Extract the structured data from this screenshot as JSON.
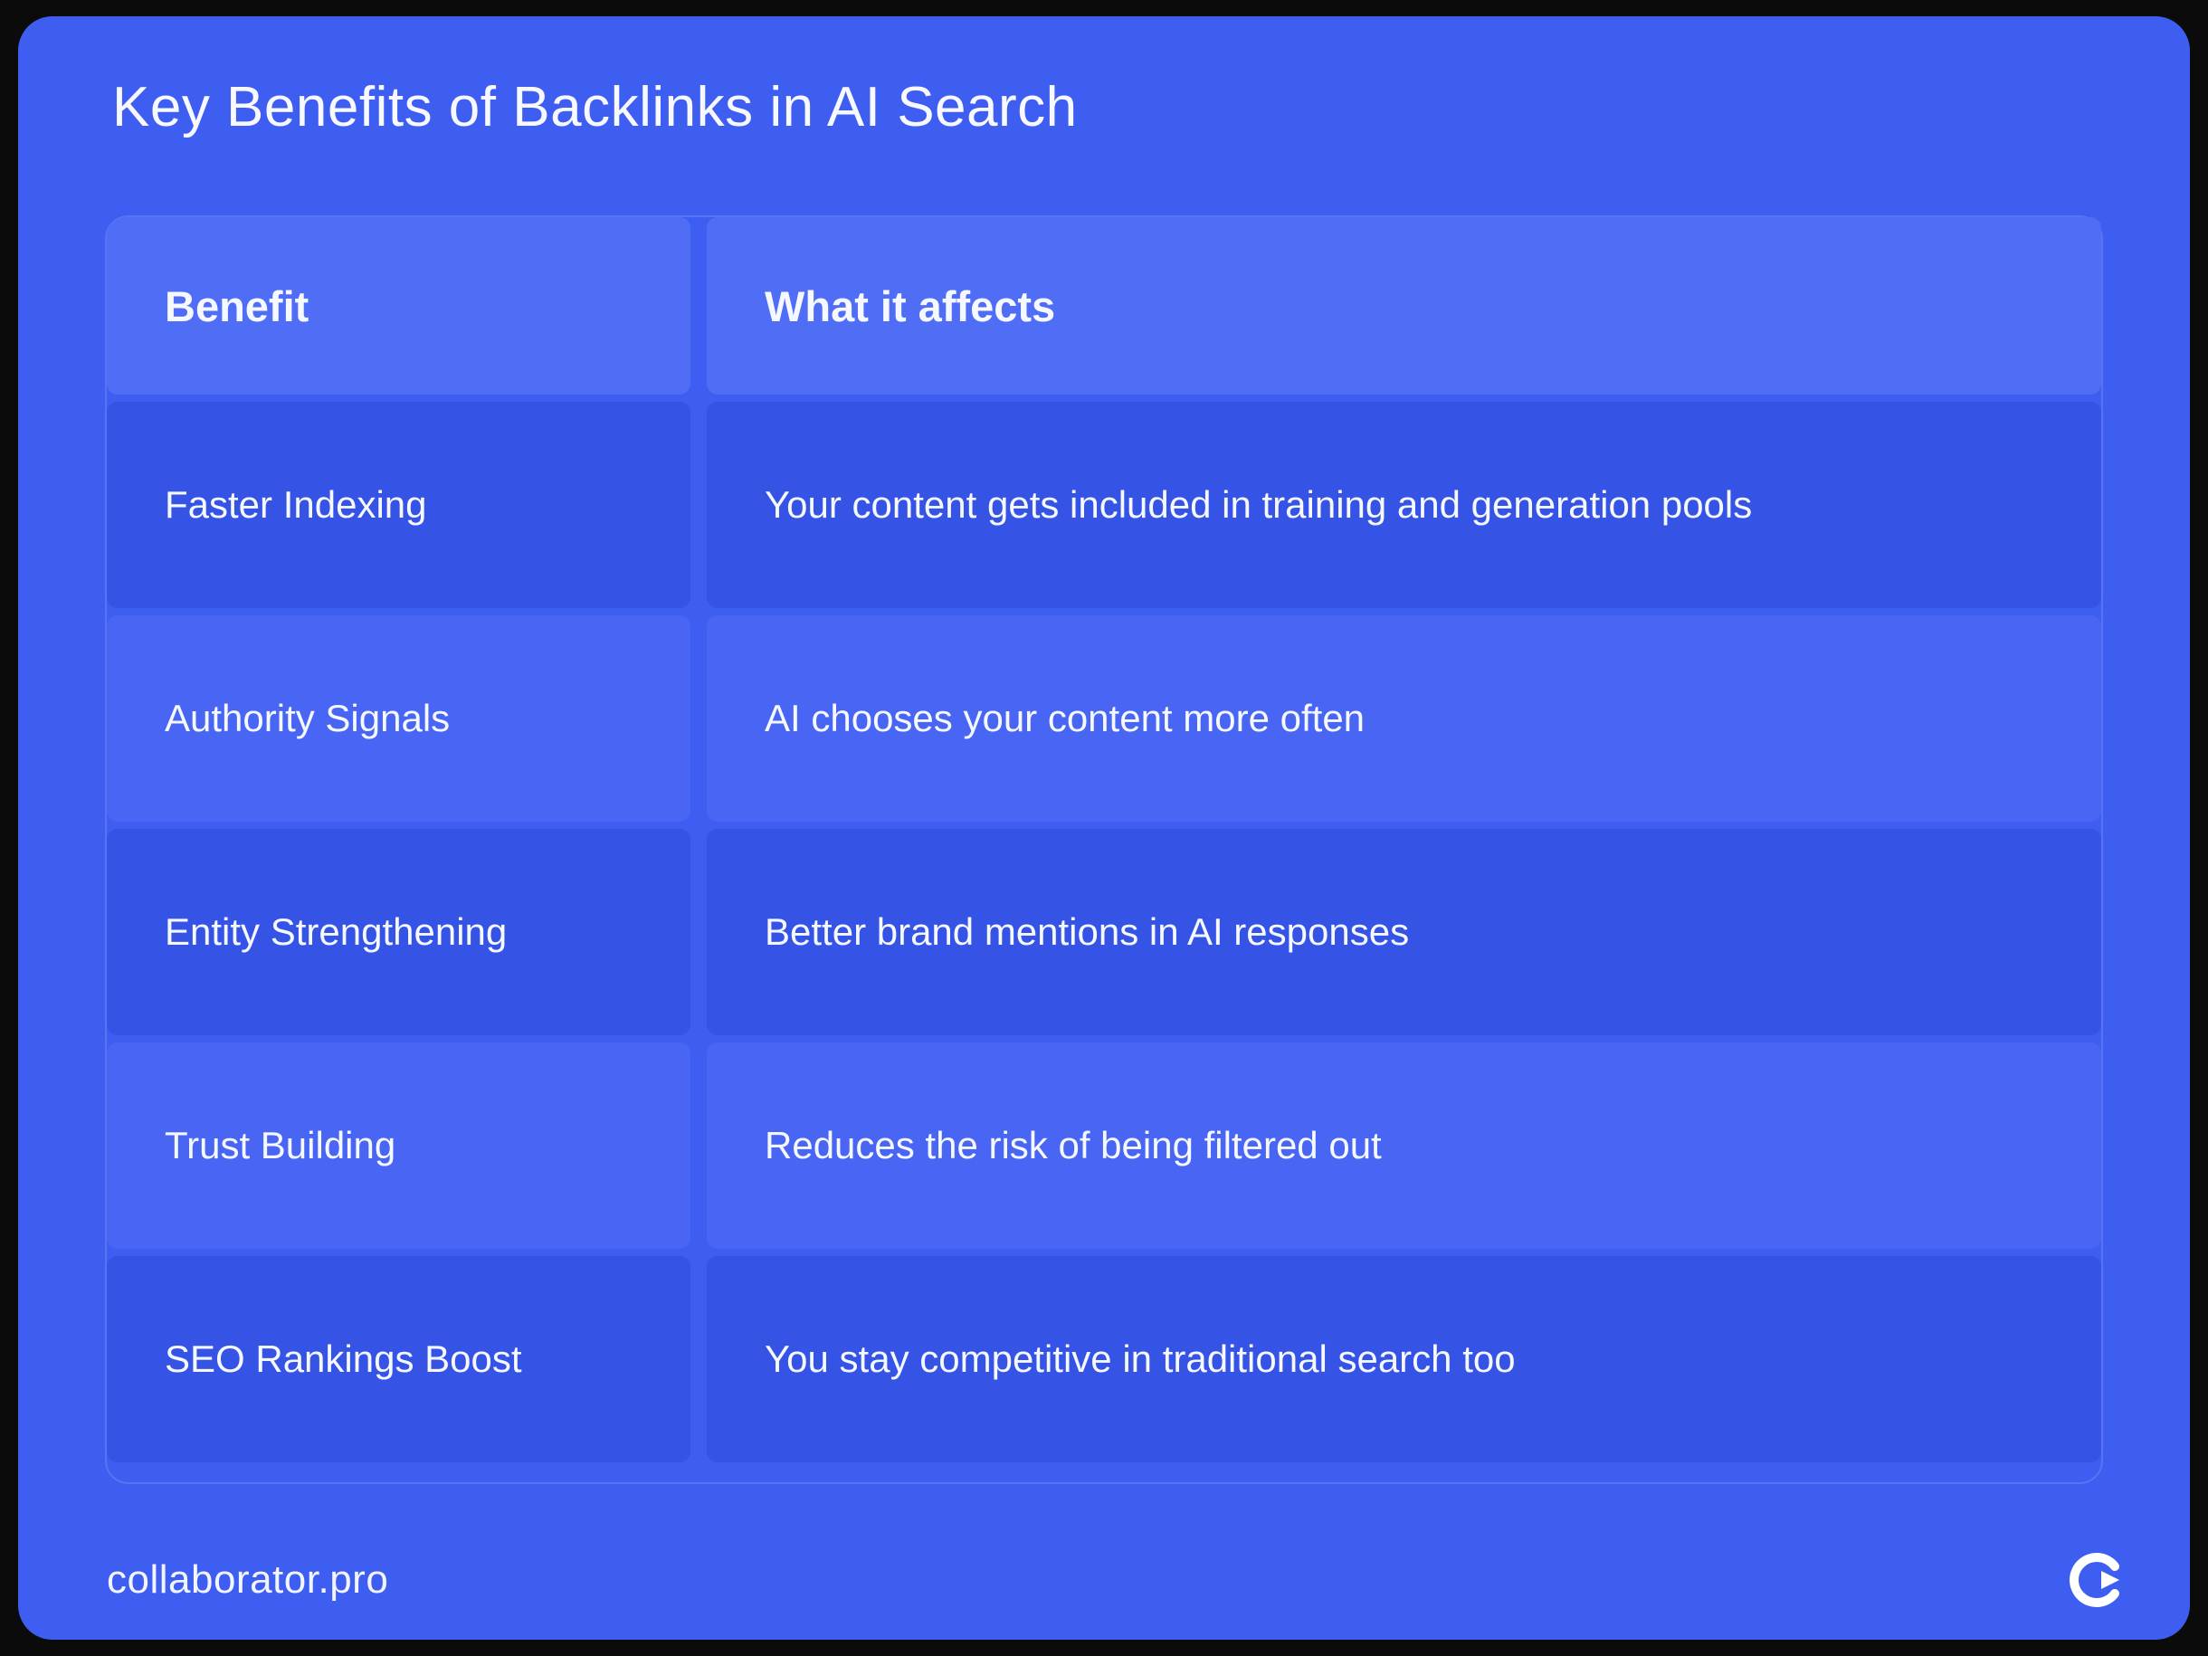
{
  "page": {
    "title": "Key Benefits of Backlinks in AI Search",
    "footer": {
      "site": "collaborator.pro",
      "logo_icon": "collaborator-circular-arrow-logo"
    },
    "colors": {
      "card_bg": "#3e5ef1",
      "header_cell": "#4f6df5",
      "row_dark": "#3553e5",
      "row_light": "#4866f3",
      "text": "#f5f8ff",
      "outer_frame": "#0b0b0b"
    }
  },
  "chart_data": {
    "type": "table",
    "title": "Key Benefits of Backlinks in AI Search",
    "columns": [
      "Benefit",
      "What it affects"
    ],
    "rows": [
      [
        "Faster Indexing",
        "Your content gets included in training and generation pools"
      ],
      [
        "Authority Signals",
        "AI chooses your content more often"
      ],
      [
        "Entity Strengthening",
        "Better brand mentions in AI responses"
      ],
      [
        "Trust Building",
        "Reduces the risk of being filtered out"
      ],
      [
        "SEO Rankings Boost",
        "You stay competitive in traditional search too"
      ]
    ]
  }
}
